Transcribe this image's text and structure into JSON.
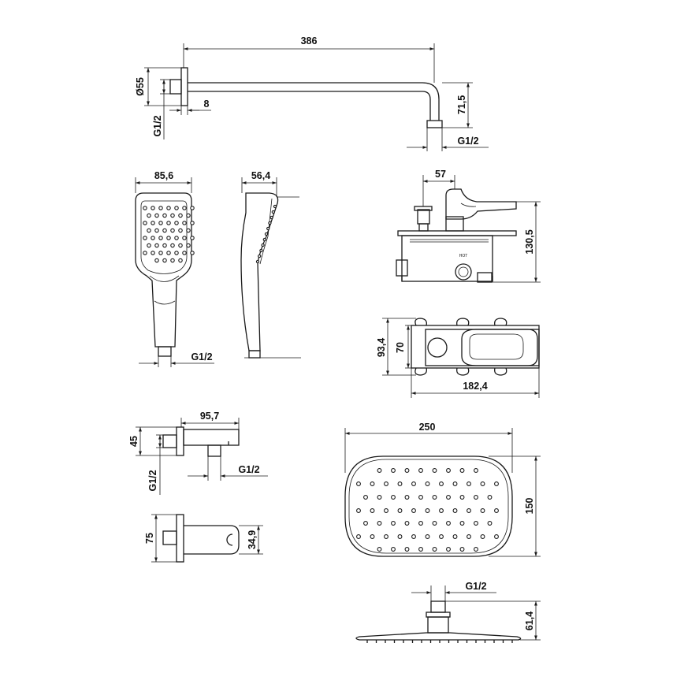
{
  "dimensions": {
    "arm_length": "386",
    "arm_flange_diameter": "Ø55",
    "arm_flange_depth": "8",
    "arm_thread_wall": "G1/2",
    "arm_drop": "71,5",
    "arm_thread_outlet": "G1/2",
    "hand_width": "85,6",
    "hand_thread": "G1/2",
    "hand_depth": "56,4",
    "mixer_spindle": "57",
    "mixer_height": "130,5",
    "plate_height_outer": "93,4",
    "plate_height_inner": "70",
    "plate_width": "182,4",
    "elbow_length": "95,7",
    "elbow_flange": "45",
    "elbow_thread_wall": "G1/2",
    "elbow_thread_outlet": "G1/2",
    "holder_height": "75",
    "holder_hook": "34,9",
    "head_width": "250",
    "head_height": "150",
    "head_thread": "G1/2",
    "head_depth": "61,4"
  },
  "labels": {
    "hot": "HOT"
  }
}
